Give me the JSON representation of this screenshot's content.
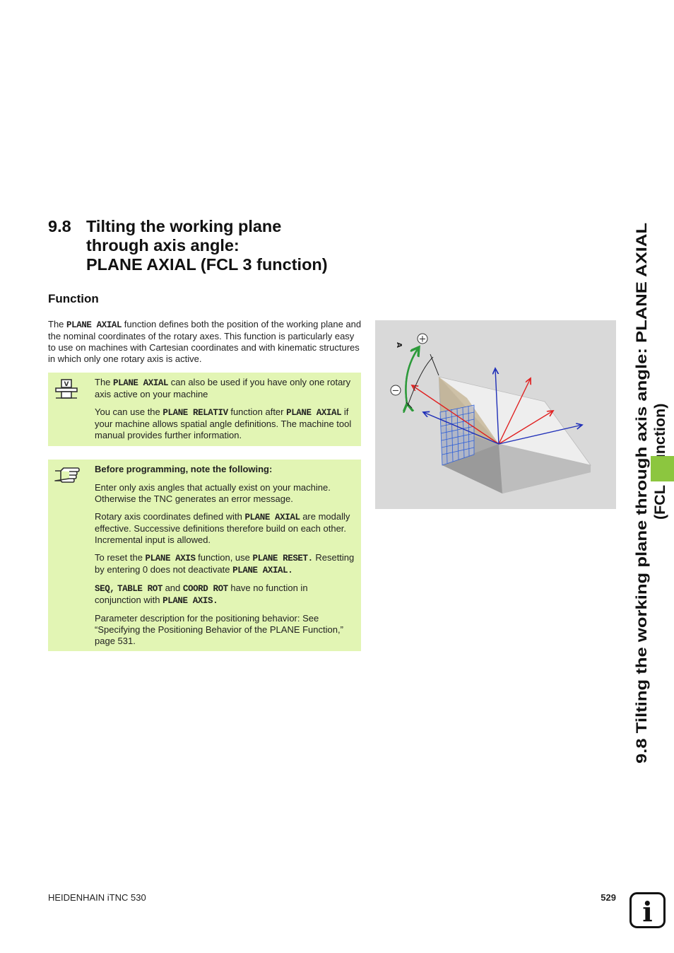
{
  "heading": {
    "number": "9.8",
    "lines": [
      "Tilting the working plane",
      "through axis angle:",
      "PLANE AXIAL (FCL 3 function)"
    ]
  },
  "section": {
    "title": "Function"
  },
  "intro": {
    "t1": "The ",
    "c1": "PLANE AXIAL",
    "t2": " function defines both the position of the working plane and the nominal coordinates of the rotary axes. This function is particularly easy to use on machines with Cartesian coordinates and with kinematic structures in which only one rotary axis is active."
  },
  "note_machine": {
    "icon": "machine-manual-icon",
    "p1_t1": "The ",
    "p1_c1": "PLANE AXIAL",
    "p1_t2": " can also be used if you have only one rotary axis active on your machine",
    "p2_t1": "You can use the ",
    "p2_c1": "PLANE RELATIV",
    "p2_t2": " function after ",
    "p2_c2": "PLANE AXIAL",
    "p2_t3": " if your machine allows spatial angle definitions. The machine tool manual provides further information."
  },
  "note_programming": {
    "icon": "pointing-hand-icon",
    "head": "Before programming, note the following:",
    "p1": "Enter only axis angles that actually exist on your machine. Otherwise the TNC generates an error message.",
    "p2_t1": "Rotary axis coordinates defined with ",
    "p2_c1": "PLANE AXIAL",
    "p2_t2": " are modally effective. Successive definitions therefore build on each other. Incremental input is allowed.",
    "p3_t1": "To reset the ",
    "p3_c1": "PLANE AXIS",
    "p3_t2": " function, use ",
    "p3_c2": "PLANE RESET.",
    "p3_t3": " Resetting by entering 0 does not deactivate ",
    "p3_c3": "PLANE AXIAL.",
    "p4_c1": "SEQ,",
    "p4_c2": "TABLE ROT",
    "p4_t1": " and ",
    "p4_c3": "COORD ROT",
    "p4_t2": " have no function in conjunction with ",
    "p4_c4": "PLANE AXIS.",
    "p5": "Parameter description for the positioning behavior: See “Specifying the Positioning Behavior of the PLANE Function,” page 531."
  },
  "figure": {
    "axis_label": "A",
    "plus": "+",
    "minus": "−",
    "colors": {
      "background": "#d9d9d9",
      "red": "#e02020",
      "blue": "#1f2fb8",
      "green": "#2c9a3a",
      "grid": "#2d5fd8"
    }
  },
  "side_title": {
    "line1": "9.8 Tilting the working plane through axis angle: PLANE AXIAL",
    "line2": "(FCL 3 function)"
  },
  "side_tab_color": "#8cc63f",
  "footer": {
    "left": "HEIDENHAIN iTNC 530",
    "page": "529",
    "info_icon": "info-icon",
    "info_glyph": "i"
  }
}
